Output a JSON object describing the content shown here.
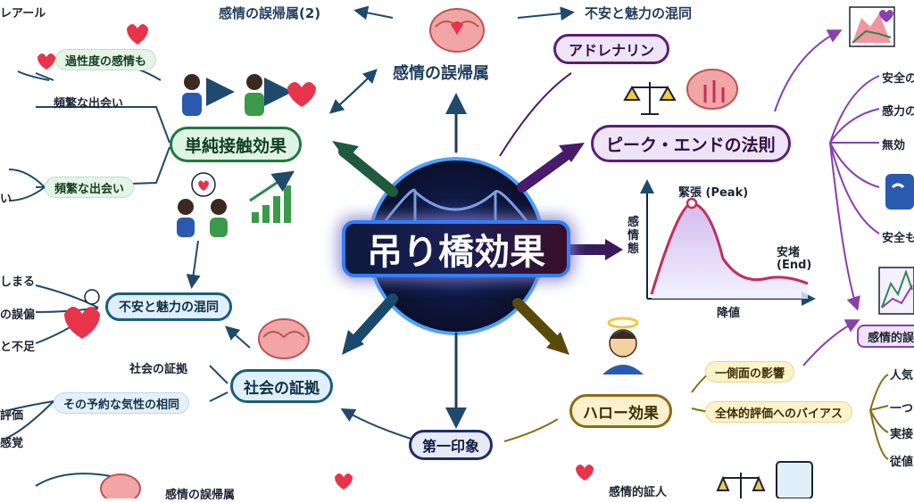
{
  "center": {
    "title": "吊り橋効果"
  },
  "colors": {
    "green": "#1f7a3d",
    "purple": "#5a1f7a",
    "blue": "#1a5d80",
    "gold": "#8a6d12",
    "navy": "#1f2d6b",
    "heart": "#e8344a"
  },
  "top": {
    "title": "感情の誤帰属",
    "left_link": "感情の誤帰属(2)",
    "right_link": "不安と魅力の混同"
  },
  "mere_exposure": {
    "title": "単純接触効果",
    "leaves": [
      "過性度の感情も",
      "頻繁な出会い",
      "頻繁な出会い"
    ]
  },
  "peak_end": {
    "title": "ピーク・エンドの法則",
    "adrenaline": "アドレナリン",
    "chart_labels": {
      "peak": "緊張 (Peak)",
      "end": "安堵\n(End)",
      "end_line1": "安堵",
      "end_line2": "(End)",
      "ylabel": "感情態",
      "xlabel": "降値"
    },
    "right_items": [
      "安全の",
      "感力の",
      "無効",
      "安全も"
    ],
    "right_bottom": "感情的誤"
  },
  "social_proof": {
    "title": "社会の証拠",
    "confusion": "不安と魅力の混同",
    "leaves": [
      "社会の証拠",
      "その予約な気性の相同"
    ]
  },
  "halo": {
    "title": "ハロー効果",
    "leaves": [
      "一側面の影響",
      "全体的評価へのバイアス"
    ],
    "right_items": [
      "人気",
      "一つ",
      "実接",
      "従値"
    ]
  },
  "first_impression": {
    "title": "第一印象"
  },
  "left_edge": {
    "header": "レアール",
    "items": [
      "しまる",
      "の誤偏",
      "と不足",
      "評価",
      "感覚",
      "い"
    ]
  },
  "bottom": {
    "items": [
      "感情の誤帰属",
      "感情的証人"
    ]
  }
}
